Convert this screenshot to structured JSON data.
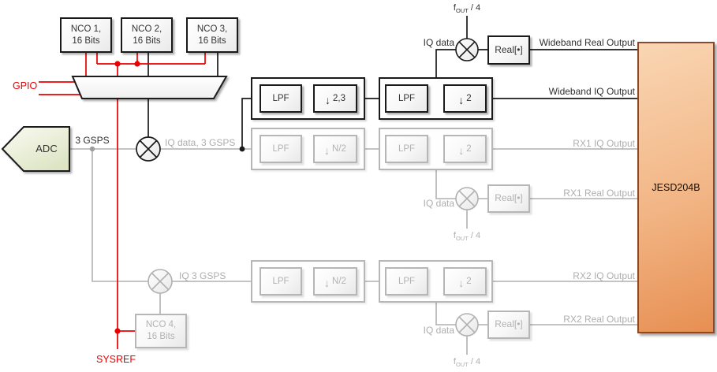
{
  "colors": {
    "active": "#1a1a1a",
    "inactive": "#b0b0b0",
    "accent_red": "#ea0000",
    "jesd_fill_top": "#f9d6b3",
    "jesd_fill_bottom": "#e78f52",
    "jesd_border": "#8a4a2a",
    "adc_fill": "#dde4c4"
  },
  "ncos": [
    {
      "line1": "NCO 1,",
      "line2": "16 Bits"
    },
    {
      "line1": "NCO 2,",
      "line2": "16 Bits"
    },
    {
      "line1": "NCO 3,",
      "line2": "16 Bits"
    },
    {
      "line1": "NCO 4,",
      "line2": "16 Bits"
    }
  ],
  "labels": {
    "gpio": "GPIO",
    "sysref": "SYSREF",
    "adc": "ADC",
    "sample_rate": "3 GSPS",
    "iq_data_3gsps": "IQ data, 3 GSPS",
    "iq_3gsps": "IQ 3 GSPS",
    "iq_data": "IQ data",
    "fout_symbol": "f",
    "fout_subscript": "OUT",
    "fout_divisor": " / 4",
    "jesd": "JESD204B"
  },
  "blocks": {
    "lpf": "LPF",
    "real": "Real[•]",
    "downsample_arrow": "↓",
    "wideband_dec1": "2,3",
    "wideband_dec2": "2",
    "rx_dec1": "N/2",
    "rx_dec2": "2"
  },
  "outputs": {
    "wideband_real": "Wideband Real Output",
    "wideband_iq": "Wideband IQ Output",
    "rx1_iq": "RX1 IQ Output",
    "rx1_real": "RX1 Real Output",
    "rx2_iq": "RX2 IQ Output",
    "rx2_real": "RX2 Real Output"
  }
}
